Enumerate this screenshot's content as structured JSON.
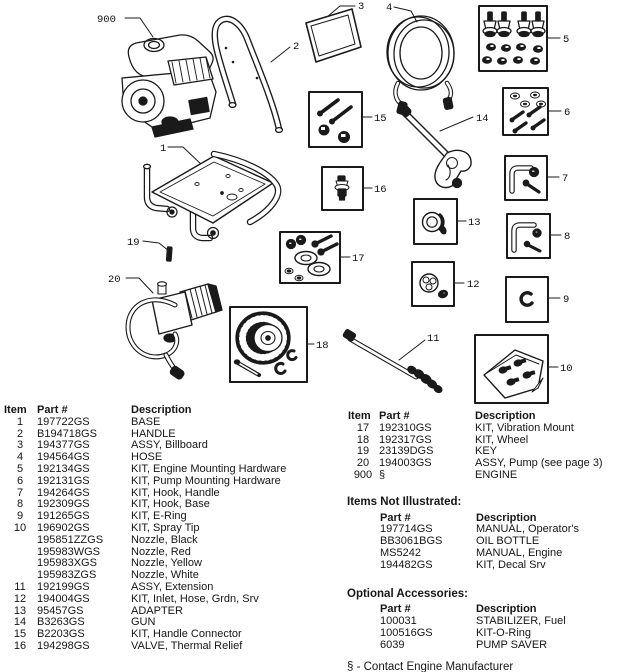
{
  "diagram": {
    "callouts": {
      "base": "1",
      "handle": "2",
      "billboard": "3",
      "hose": "4",
      "engine_mount_kit": "5",
      "pump_mount_kit": "6",
      "hook_handle_kit": "7",
      "hook_base_kit": "8",
      "ering_kit": "9",
      "spray_tip_kit": "10",
      "extension": "11",
      "inlet_kit": "12",
      "adapter": "13",
      "gun": "14",
      "handle_connector_kit": "15",
      "thermal_relief_valve": "16",
      "vibration_mount_kit": "17",
      "wheel_kit": "18",
      "key": "19",
      "pump": "20",
      "engine": "900"
    }
  },
  "left_table": {
    "headers": {
      "item": "Item",
      "part": "Part #",
      "desc": "Description"
    },
    "rows": [
      {
        "item": "1",
        "part": "197722GS",
        "desc": "BASE"
      },
      {
        "item": "2",
        "part": "B194718GS",
        "desc": "HANDLE"
      },
      {
        "item": "3",
        "part": "194377GS",
        "desc": "ASSY, Billboard"
      },
      {
        "item": "4",
        "part": "194564GS",
        "desc": "HOSE"
      },
      {
        "item": "5",
        "part": "192134GS",
        "desc": "KIT, Engine Mounting Hardware"
      },
      {
        "item": "6",
        "part": "192131GS",
        "desc": "KIT, Pump Mounting Hardware"
      },
      {
        "item": "7",
        "part": "194264GS",
        "desc": "KIT, Hook, Handle"
      },
      {
        "item": "8",
        "part": "192309GS",
        "desc": "KIT, Hook, Base"
      },
      {
        "item": "9",
        "part": "191265GS",
        "desc": "KIT, E-Ring"
      },
      {
        "item": "10",
        "part": "196902GS",
        "desc": "KIT, Spray Tip"
      },
      {
        "item": "",
        "part": "195851ZZGS",
        "desc": "Nozzle, Black"
      },
      {
        "item": "",
        "part": "195983WGS",
        "desc": "Nozzle, Red"
      },
      {
        "item": "",
        "part": "195983XGS",
        "desc": "Nozzle, Yellow"
      },
      {
        "item": "",
        "part": "195983ZGS",
        "desc": "Nozzle, White"
      },
      {
        "item": "11",
        "part": "192199GS",
        "desc": "ASSY, Extension"
      },
      {
        "item": "12",
        "part": "194004GS",
        "desc": "KIT, Inlet, Hose, Grdn, Srv"
      },
      {
        "item": "13",
        "part": "95457GS",
        "desc": "ADAPTER"
      },
      {
        "item": "14",
        "part": "B3263GS",
        "desc": "GUN"
      },
      {
        "item": "15",
        "part": "B2203GS",
        "desc": "KIT, Handle Connector"
      },
      {
        "item": "16",
        "part": "194298GS",
        "desc": "VALVE, Thermal Relief"
      }
    ]
  },
  "right_table": {
    "headers": {
      "item": "Item",
      "part": "Part #",
      "desc": "Description"
    },
    "rows": [
      {
        "item": "17",
        "part": "192310GS",
        "desc": "KIT, Vibration Mount"
      },
      {
        "item": "18",
        "part": "192317GS",
        "desc": "KIT, Wheel"
      },
      {
        "item": "19",
        "part": "23139DGS",
        "desc": "KEY"
      },
      {
        "item": "20",
        "part": "194003GS",
        "desc": "ASSY, Pump (see page 3)"
      },
      {
        "item": "900",
        "part": "§",
        "desc": "ENGINE"
      }
    ]
  },
  "not_illustrated": {
    "title": "Items Not Illustrated:",
    "headers": {
      "part": "Part #",
      "desc": "Description"
    },
    "rows": [
      {
        "part": "197714GS",
        "desc": "MANUAL, Operator's"
      },
      {
        "part": "BB3061BGS",
        "desc": "OIL BOTTLE"
      },
      {
        "part": "MS5242",
        "desc": "MANUAL, Engine"
      },
      {
        "part": "194482GS",
        "desc": "KIT, Decal Srv"
      }
    ]
  },
  "optional_accessories": {
    "title": "Optional Accessories:",
    "headers": {
      "part": "Part #",
      "desc": "Description"
    },
    "rows": [
      {
        "part": "100031",
        "desc": "STABILIZER, Fuel"
      },
      {
        "part": "100516GS",
        "desc": "KIT-O-Ring"
      },
      {
        "part": "6039",
        "desc": "PUMP SAVER"
      }
    ]
  },
  "footnote": "§ - Contact Engine Manufacturer"
}
